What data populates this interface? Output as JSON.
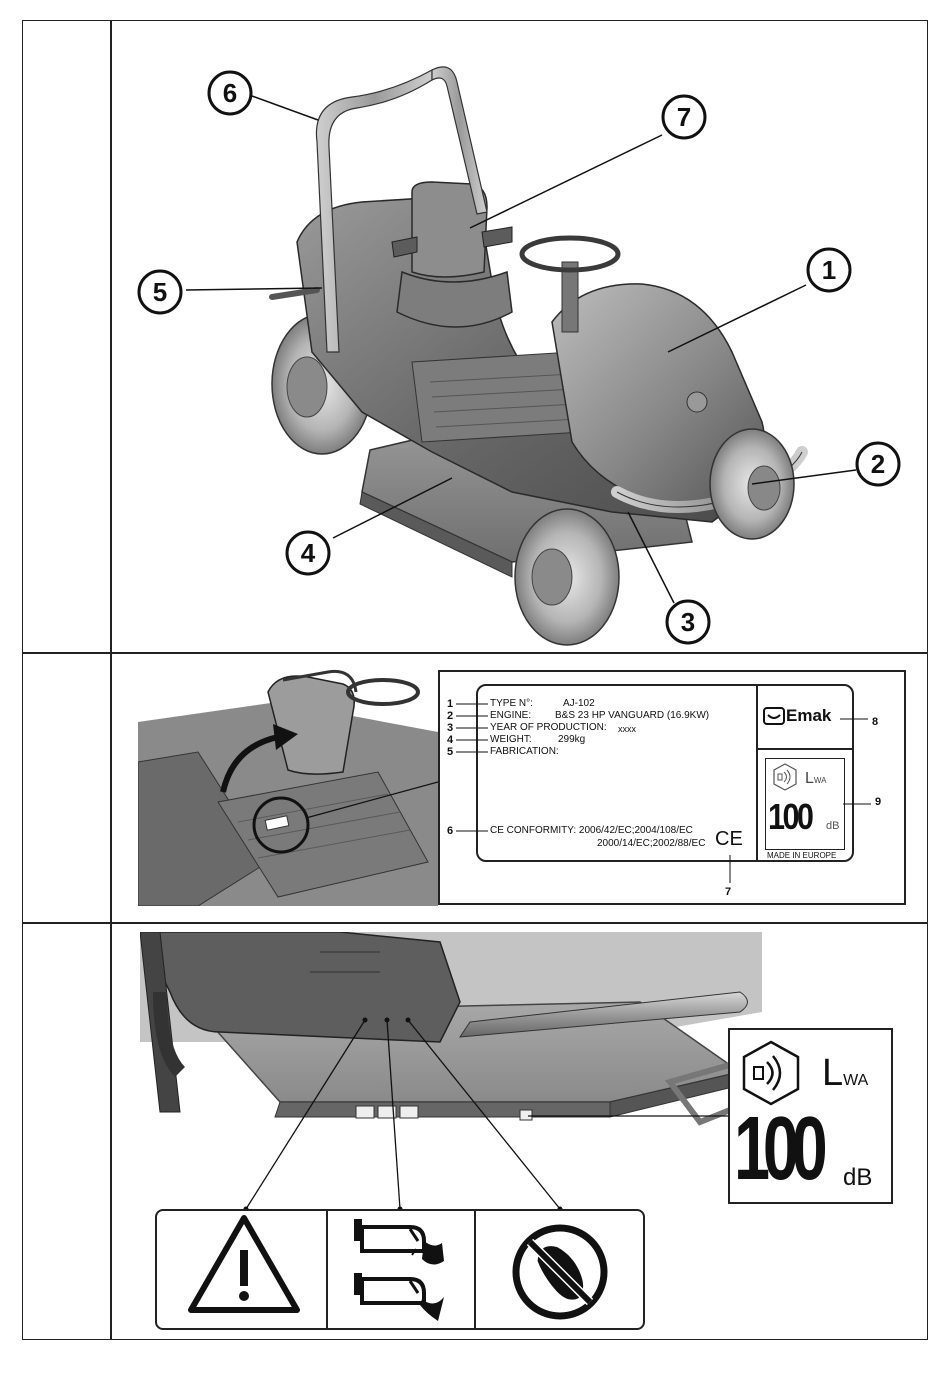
{
  "section1": {
    "callouts": [
      "1",
      "2",
      "3",
      "4",
      "5",
      "6",
      "7"
    ]
  },
  "section2": {
    "plate": {
      "rows": [
        {
          "num": "1",
          "label": "TYPE N°:",
          "value": "AJ-102"
        },
        {
          "num": "2",
          "label": "ENGINE:",
          "value": "B&S 23 HP VANGUARD (16.9KW)"
        },
        {
          "num": "3",
          "label": "YEAR OF PRODUCTION:",
          "value": "xxxx"
        },
        {
          "num": "4",
          "label": "WEIGHT:",
          "value": "299kg"
        },
        {
          "num": "5",
          "label": "FABRICATION:",
          "value": ""
        }
      ],
      "ce_num": "6",
      "ce_label": "CE CONFORMITY: 2006/42/EC;2004/108/EC",
      "ce_label2": "2000/14/EC;2002/88/EC",
      "ce_mark": "CE",
      "ce_mark_num": "7",
      "brand": "Emak",
      "brand_num": "8",
      "noise_num": "9",
      "lwa_L": "L",
      "lwa_sub": "WA",
      "db_value": "100",
      "db_unit": "dB",
      "made_in": "MADE IN EUROPE"
    }
  },
  "section3": {
    "lwa_L": "L",
    "lwa_sub": "WA",
    "db_value": "100",
    "db_unit": "dB"
  }
}
